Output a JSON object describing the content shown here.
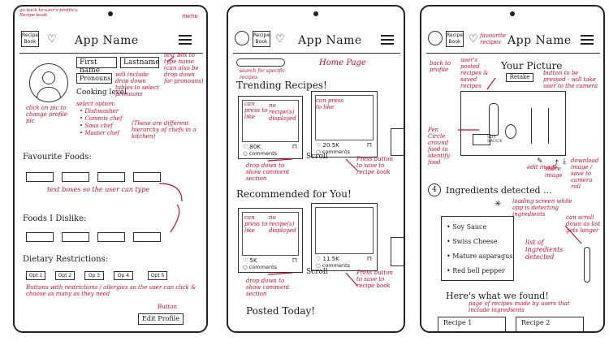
{
  "common": {
    "app_name": "App Name",
    "recipe_book": "Recipe Book",
    "menu_note": "menu"
  },
  "left": {
    "top_note": "go back to user's profile's Recipe book",
    "first_name": "First name",
    "last_name": "Lastname",
    "pronouns": "Pronouns",
    "cooking_level": "Cooking level",
    "text_note": "text box to type name (can also be drop down for pronouns)",
    "pronoun_note": "will include drop down tables to select pronouns",
    "avatar_note": "click on pic to change profile pic",
    "select_option": "select option:",
    "chef_options": [
      "• Dishwasher",
      "• Commis chef",
      "• Sous chef",
      "• Master chef"
    ],
    "chef_note": "(These are different hierarchy of chefs in a kitchen)",
    "favorite_foods": "Favourite Foods:",
    "favorite_note": "text boxes so the user can type",
    "foods_dislike": "Foods I Dislike:",
    "dietary": "Dietary Restrictions:",
    "options": [
      "Opt 1",
      "Opt 2",
      "Op 3",
      "Op 4",
      "Opt 5"
    ],
    "options_note": "Buttons with restrictions / allergies so the user can click & choose as many as they need",
    "button_note": "Button",
    "edit_profile": "Edit Profile"
  },
  "middle": {
    "home_page": "Home Page",
    "search_note": "search for specific recipes",
    "trending": "Trending Recipes!",
    "recommended": "Recommended for You!",
    "posted_today": "Posted Today!",
    "trending_cards": [
      {
        "stat": "80K",
        "comments": "comments"
      },
      {
        "stat": "20.5K",
        "comments": "comments"
      }
    ],
    "recommended_cards": [
      {
        "stat": "5K",
        "comments": "comments"
      },
      {
        "stat": "11.5K",
        "comments": "comments"
      }
    ],
    "scroll": "Scroll",
    "press_like_note": "can press to like",
    "no_recipe_note": "no recipe(s) displayed",
    "dropdown_note": "drop down to show comment section",
    "save_note": "Press button to save to recipe book"
  },
  "right": {
    "back_note": "back to profile",
    "users_note": "user's posted recipes & saved recipes",
    "favourite_note": "favourite recipes",
    "your_picture": "Your Picture",
    "retake": "Retake",
    "retake_note": "button to be pressed - will take user to the camera",
    "product_label": "SOY SAUCE",
    "ingredients_detected": "Ingredients detected ...",
    "step_number": "4",
    "loading_note": "loading screen while app is detecting ingredients",
    "download_note": "download image / save to camera roll",
    "share_note": "share image",
    "edit_note": "edit image",
    "circle_note": "Pen Circle around food to identify food",
    "ingredients": [
      "• Soy Sauce",
      "• Swiss Cheese",
      "• Mature asparagus",
      "• Red bell pepper"
    ],
    "list_note": "list of ingredients detected",
    "scroll_note": "can scroll down as list gets longer",
    "found": "Here's what we found!",
    "found_note": "page of recipes made by users that include ingredients",
    "recipes": [
      "Recipe 1",
      "Recipe 2"
    ]
  },
  "colors": {
    "ink": "#1a1a1a",
    "annotation_red": "#c8102e"
  }
}
